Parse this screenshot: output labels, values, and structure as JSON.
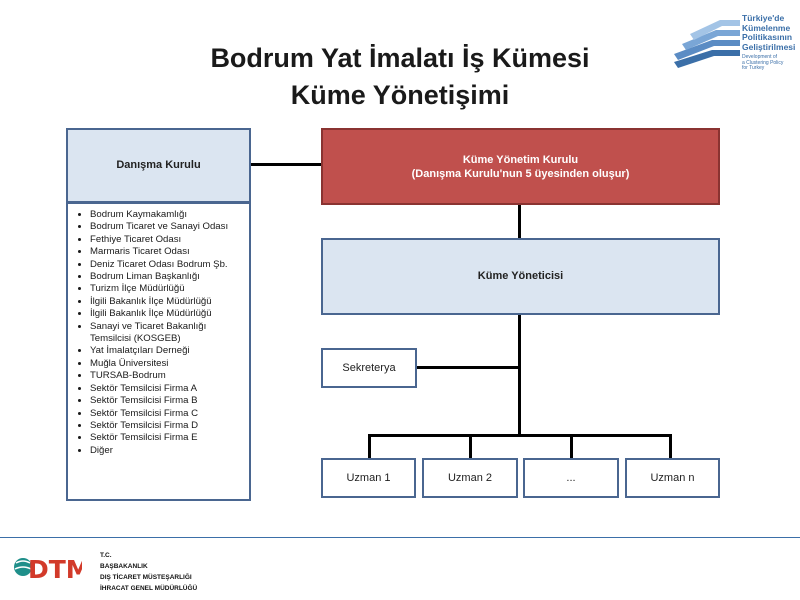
{
  "slide": {
    "title_line1": "Bodrum Yat İmalatı İş Kümesi",
    "title_line2": "Küme Yönetişimi"
  },
  "top_logo": {
    "lines": [
      "Türkiye'de",
      "Kümelenme",
      "Politikasının",
      "Geliştirilmesi"
    ],
    "sub_lines": [
      "Development of",
      "a Clustering Policy",
      "for Turkey"
    ]
  },
  "org_chart": {
    "advisory_board": {
      "title": "Danışma Kurulu",
      "members": [
        "Bodrum Kaymakamlığı",
        "Bodrum Ticaret ve Sanayi Odası",
        "Fethiye Ticaret Odası",
        "Marmaris Ticaret Odası",
        "Deniz Ticaret Odası Bodrum Şb.",
        "Bodrum Liman Başkanlığı",
        "Turizm İlçe Müdürlüğü",
        "İlgili Bakanlık İlçe Müdürlüğü",
        "İlgili Bakanlık İlçe Müdürlüğü",
        "Sanayi ve Ticaret Bakanlığı Temsilcisi (KOSGEB)",
        "Yat İmalatçıları Derneği",
        "Muğla Üniversitesi",
        "TURSAB-Bodrum",
        "Sektör Temsilcisi Firma A",
        "Sektör Temsilcisi Firma B",
        "Sektör Temsilcisi Firma C",
        "Sektör Temsilcisi Firma D",
        "Sektör Temsilcisi Firma E",
        "Diğer"
      ]
    },
    "board": {
      "title": "Küme Yönetim Kurulu",
      "subtitle": "(Danışma Kurulu'nun 5 üyesinden oluşur)"
    },
    "manager": {
      "title": "Küme Yöneticisi"
    },
    "secretary": {
      "title": "Sekreterya"
    },
    "experts": [
      {
        "label": "Uzman 1"
      },
      {
        "label": "Uzman 2"
      },
      {
        "label": "..."
      },
      {
        "label": "Uzman n"
      }
    ]
  },
  "footer": {
    "logo_text": "DTM",
    "lines": [
      "T.C.",
      "BAŞBAKANLIK",
      "DIŞ TİCARET MÜSTEŞARLIĞI",
      "İHRACAT GENEL MÜDÜRLÜĞÜ"
    ]
  },
  "colors": {
    "accent_blue": "#3b6fa8",
    "box_fill": "#dbe5f1",
    "board_red": "#c0504d",
    "dtm_teal": "#1f8f8a",
    "dtm_red": "#d23a2a"
  }
}
